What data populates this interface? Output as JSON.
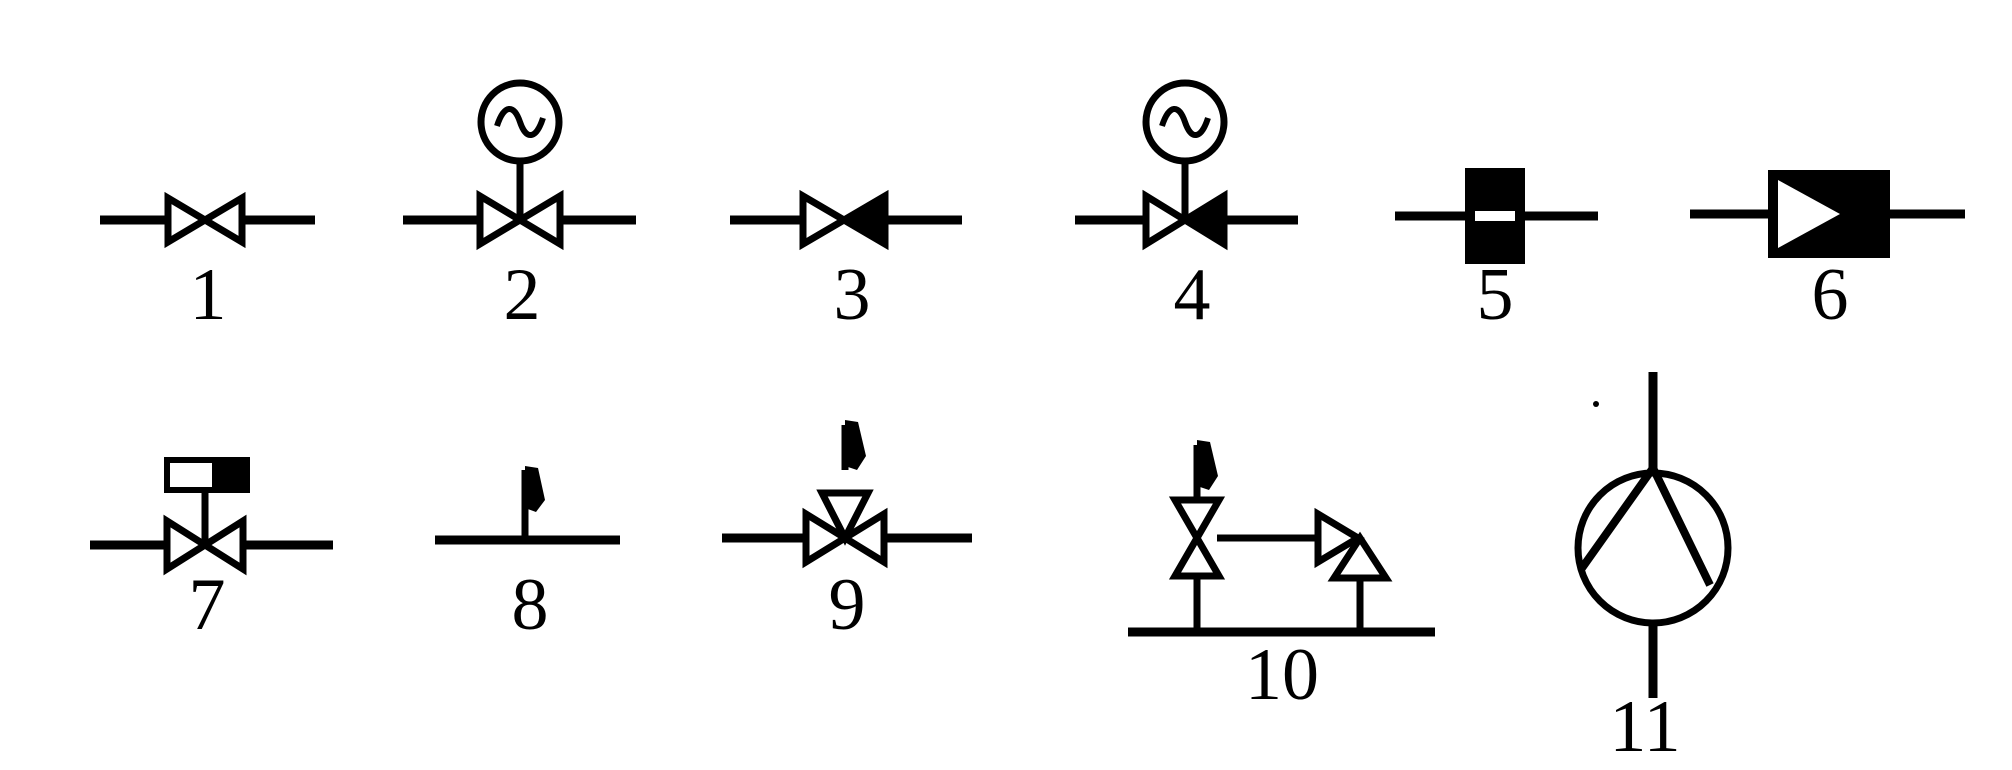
{
  "labels": {
    "s1": "1",
    "s2": "2",
    "s3": "3",
    "s4": "4",
    "s5": "5",
    "s6": "6",
    "s7": "7",
    "s8": "8",
    "s9": "9",
    "s10": "10",
    "s11": "11"
  },
  "stroke_color": "#000000",
  "fill_color": "#ffffff"
}
